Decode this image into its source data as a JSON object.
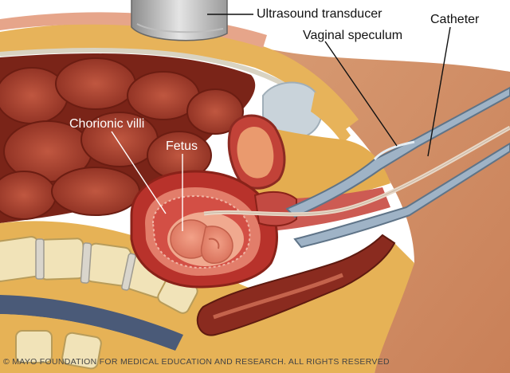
{
  "labels": {
    "transducer": "Ultrasound transducer",
    "catheter": "Catheter",
    "speculum": "Vaginal speculum",
    "villi": "Chorionic villi",
    "fetus": "Fetus"
  },
  "footer": {
    "copyright": "© MAYO FOUNDATION FOR MEDICAL EDUCATION AND RESEARCH. ALL RIGHTS RESERVED"
  }
}
